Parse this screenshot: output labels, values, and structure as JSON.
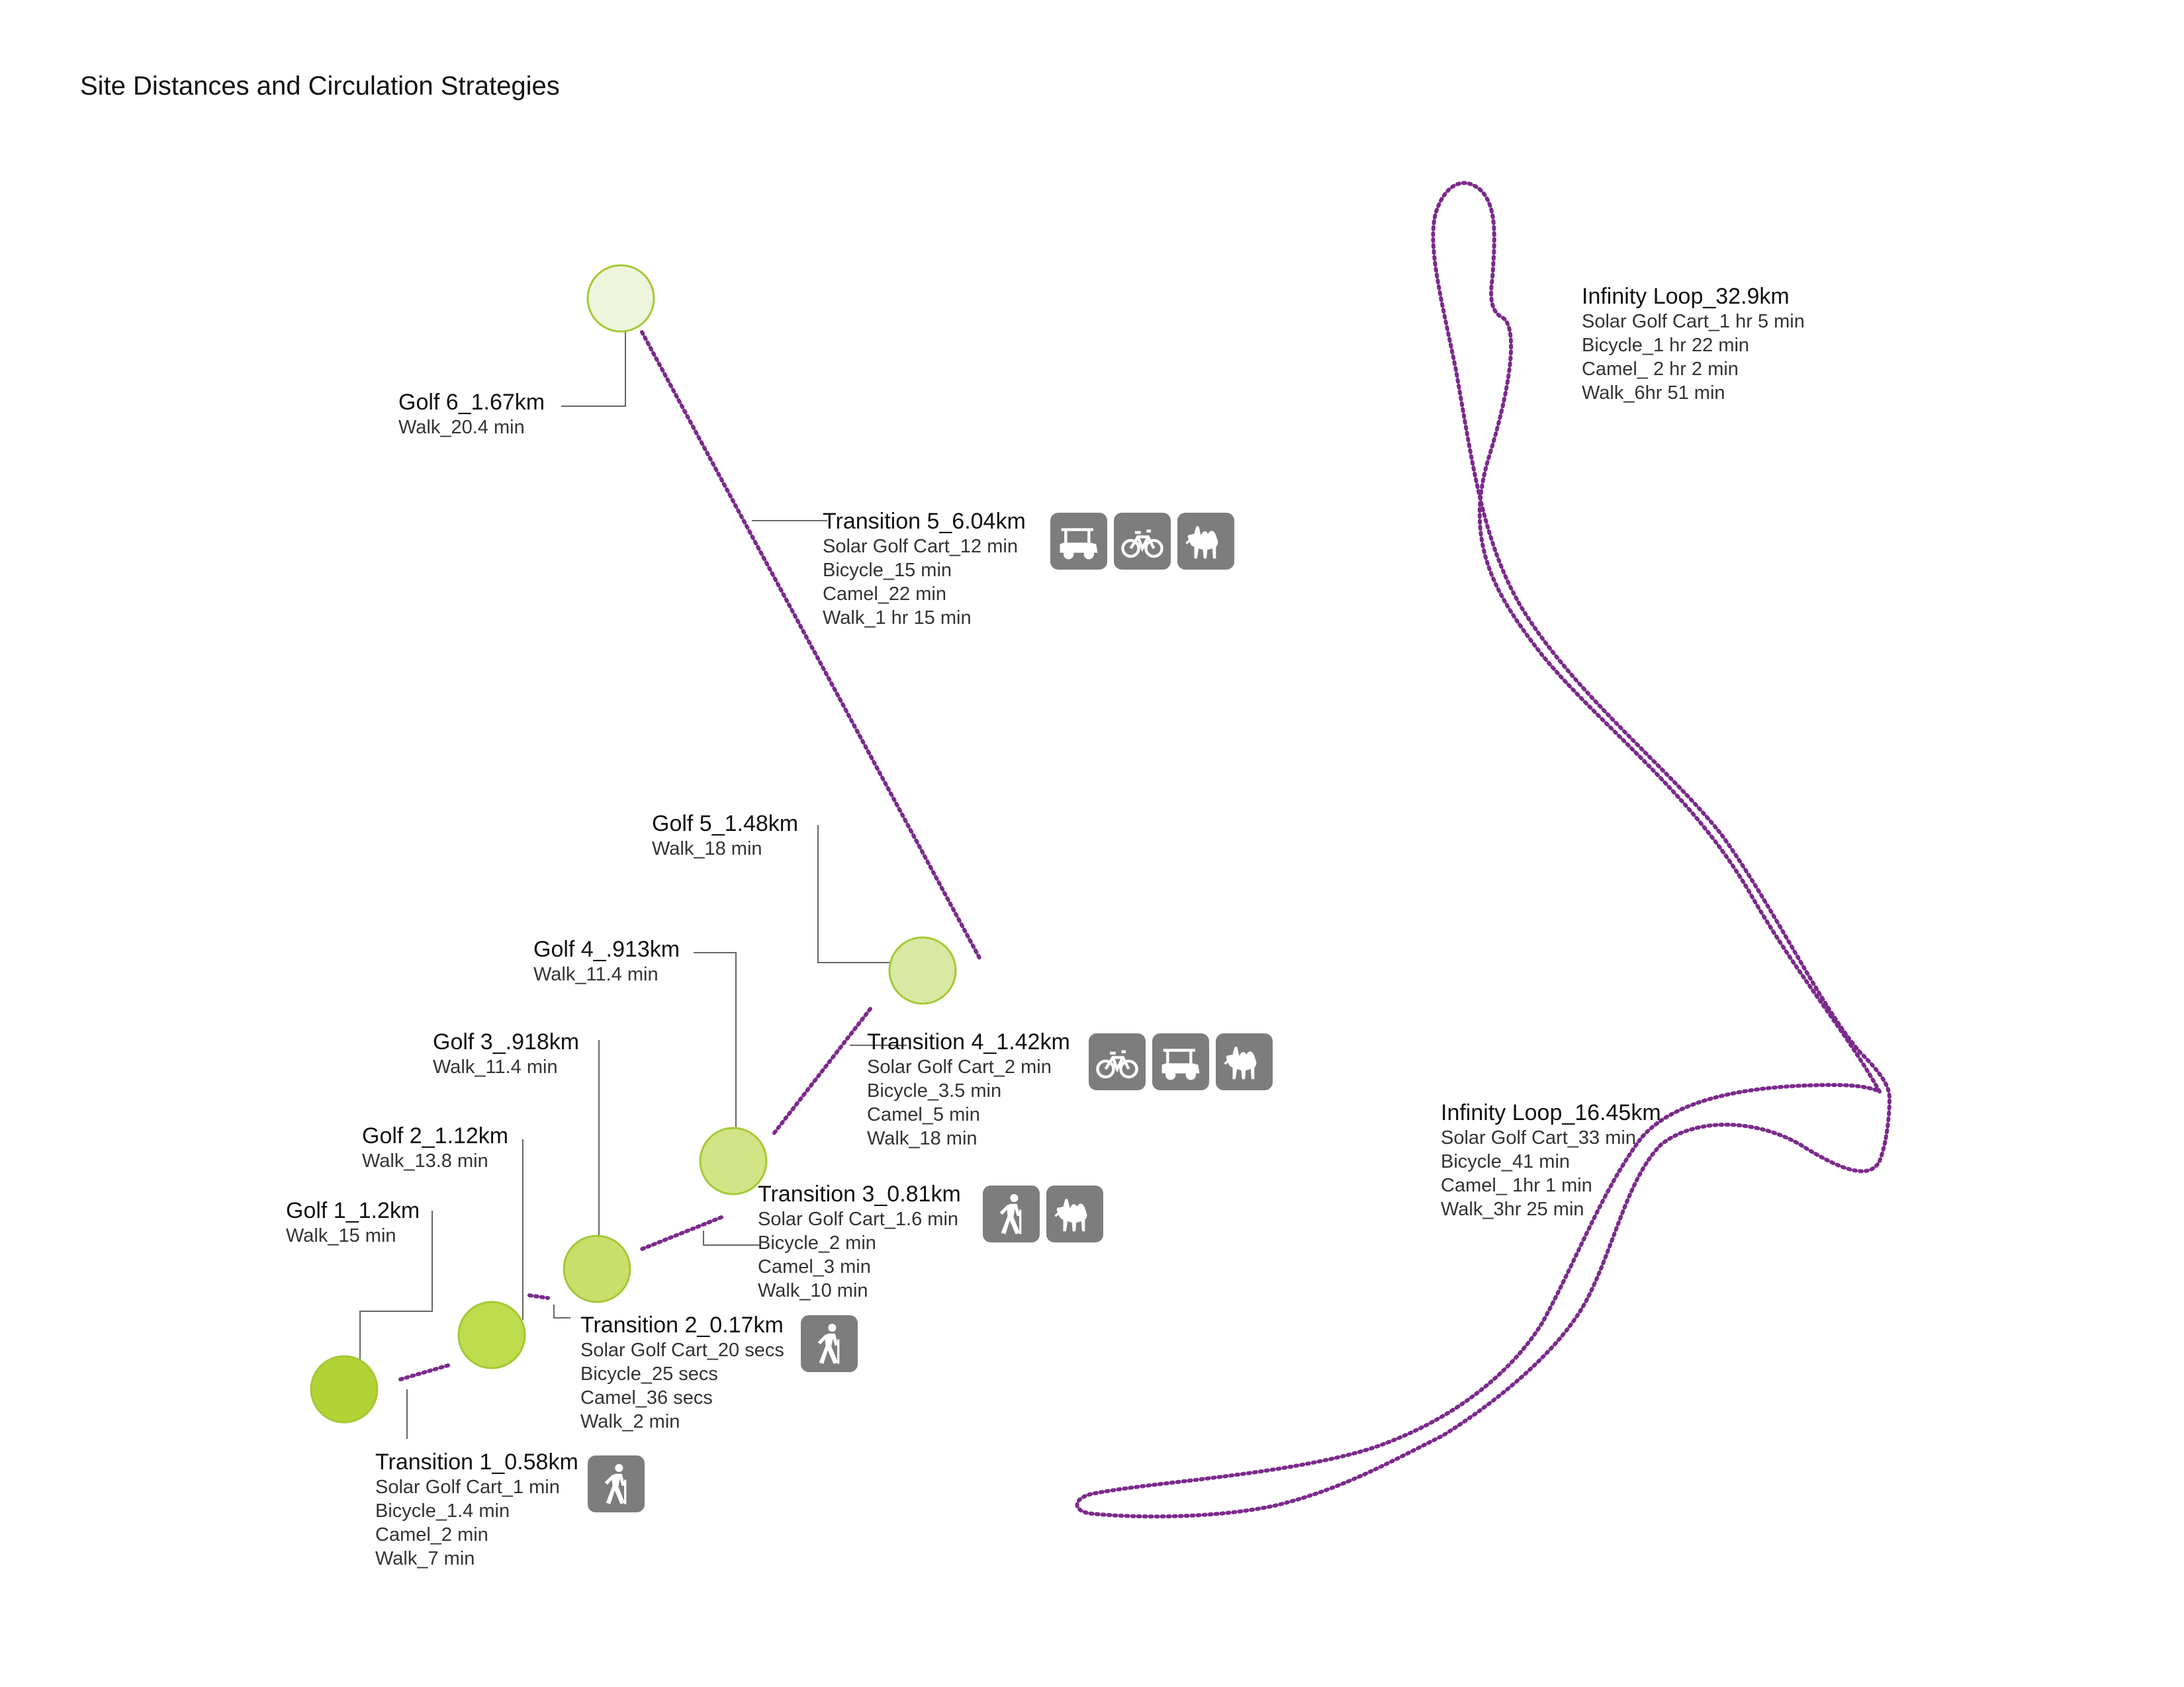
{
  "title": "Site Distances and Circulation Strategies",
  "colors": {
    "path": "#7b2a8c",
    "leader": "#666666",
    "golf_fills": [
      "#b3d235",
      "#bfdb4e",
      "#c9df6a",
      "#d2e485",
      "#d9e8a2",
      "#eef5dc"
    ],
    "golf_stroke": "#a3c935",
    "icon_bg": "#7d7d7d"
  },
  "golf": [
    {
      "name": "Golf 1_1.2km",
      "lines": [
        "Walk_15 min"
      ]
    },
    {
      "name": "Golf 2_1.12km",
      "lines": [
        "Walk_13.8 min"
      ]
    },
    {
      "name": "Golf 3_.918km",
      "lines": [
        "Walk_11.4 min"
      ]
    },
    {
      "name": "Golf 4_.913km",
      "lines": [
        "Walk_11.4 min"
      ]
    },
    {
      "name": "Golf 5_1.48km",
      "lines": [
        "Walk_18 min"
      ]
    },
    {
      "name": "Golf 6_1.67km",
      "lines": [
        "Walk_20.4 min"
      ]
    }
  ],
  "transitions": [
    {
      "name": "Transition 1_0.58km",
      "lines": [
        "Solar Golf Cart_1 min",
        "Bicycle_1.4  min",
        "Camel_2 min",
        "Walk_7 min"
      ],
      "icons": [
        "walk-icon"
      ]
    },
    {
      "name": "Transition 2_0.17km",
      "lines": [
        "Solar Golf Cart_20 secs",
        "Bicycle_25 secs",
        "Camel_36 secs",
        "Walk_2 min"
      ],
      "icons": [
        "walk-icon"
      ]
    },
    {
      "name": "Transition 3_0.81km",
      "lines": [
        "Solar Golf Cart_1.6 min",
        "Bicycle_2 min",
        "Camel_3 min",
        "Walk_10 min"
      ],
      "icons": [
        "walk-icon",
        "camel-icon"
      ]
    },
    {
      "name": "Transition 4_1.42km",
      "lines": [
        "Solar Golf Cart_2 min",
        "Bicycle_3.5 min",
        "Camel_5 min",
        "Walk_18 min"
      ],
      "icons": [
        "bicycle-icon",
        "golf-cart-icon",
        "camel-icon"
      ]
    },
    {
      "name": "Transition 5_6.04km",
      "lines": [
        "Solar Golf Cart_12 min",
        "Bicycle_15 min",
        "Camel_22 min",
        "Walk_1 hr 15 min"
      ],
      "icons": [
        "golf-cart-icon",
        "bicycle-icon",
        "camel-icon"
      ]
    }
  ],
  "loops": [
    {
      "name": "Infinity Loop_32.9km",
      "lines": [
        "Solar Golf Cart_1 hr 5 min",
        "Bicycle_1 hr 22 min",
        "Camel_ 2 hr 2 min",
        "Walk_6hr 51 min"
      ]
    },
    {
      "name": "Infinity Loop_16.45km",
      "lines": [
        "Solar Golf Cart_33 min",
        "Bicycle_41 min",
        "Camel_ 1hr 1 min",
        "Walk_3hr 25 min"
      ]
    }
  ]
}
